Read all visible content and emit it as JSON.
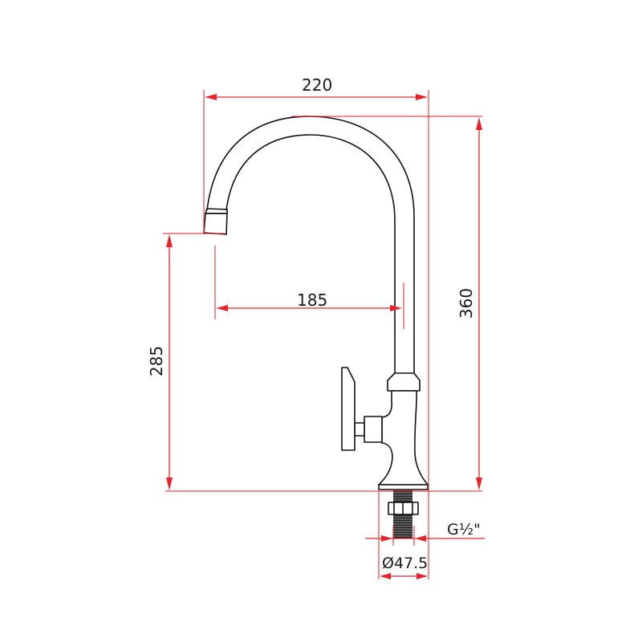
{
  "drawing": {
    "title": "Gooseneck faucet technical dimension drawing",
    "units": "mm",
    "colors": {
      "dimension_line": "#e8232a",
      "outline": "#111111",
      "text": "#1a1a1a",
      "background": "#ffffff"
    }
  },
  "dimensions": {
    "overall_reach": {
      "label": "220",
      "orientation": "horizontal"
    },
    "spout_reach": {
      "label": "185",
      "orientation": "horizontal"
    },
    "overall_height": {
      "label": "360",
      "orientation": "vertical"
    },
    "spout_height": {
      "label": "285",
      "orientation": "vertical"
    },
    "base_diameter": {
      "label": "Ø47.5",
      "orientation": "horizontal"
    },
    "thread_size": {
      "label": "G½\"",
      "orientation": "horizontal"
    }
  },
  "parts": [
    "gooseneck-spout",
    "aerator",
    "body",
    "lever-handle",
    "valve-stem",
    "base-flange",
    "threaded-shank",
    "lock-nut"
  ]
}
